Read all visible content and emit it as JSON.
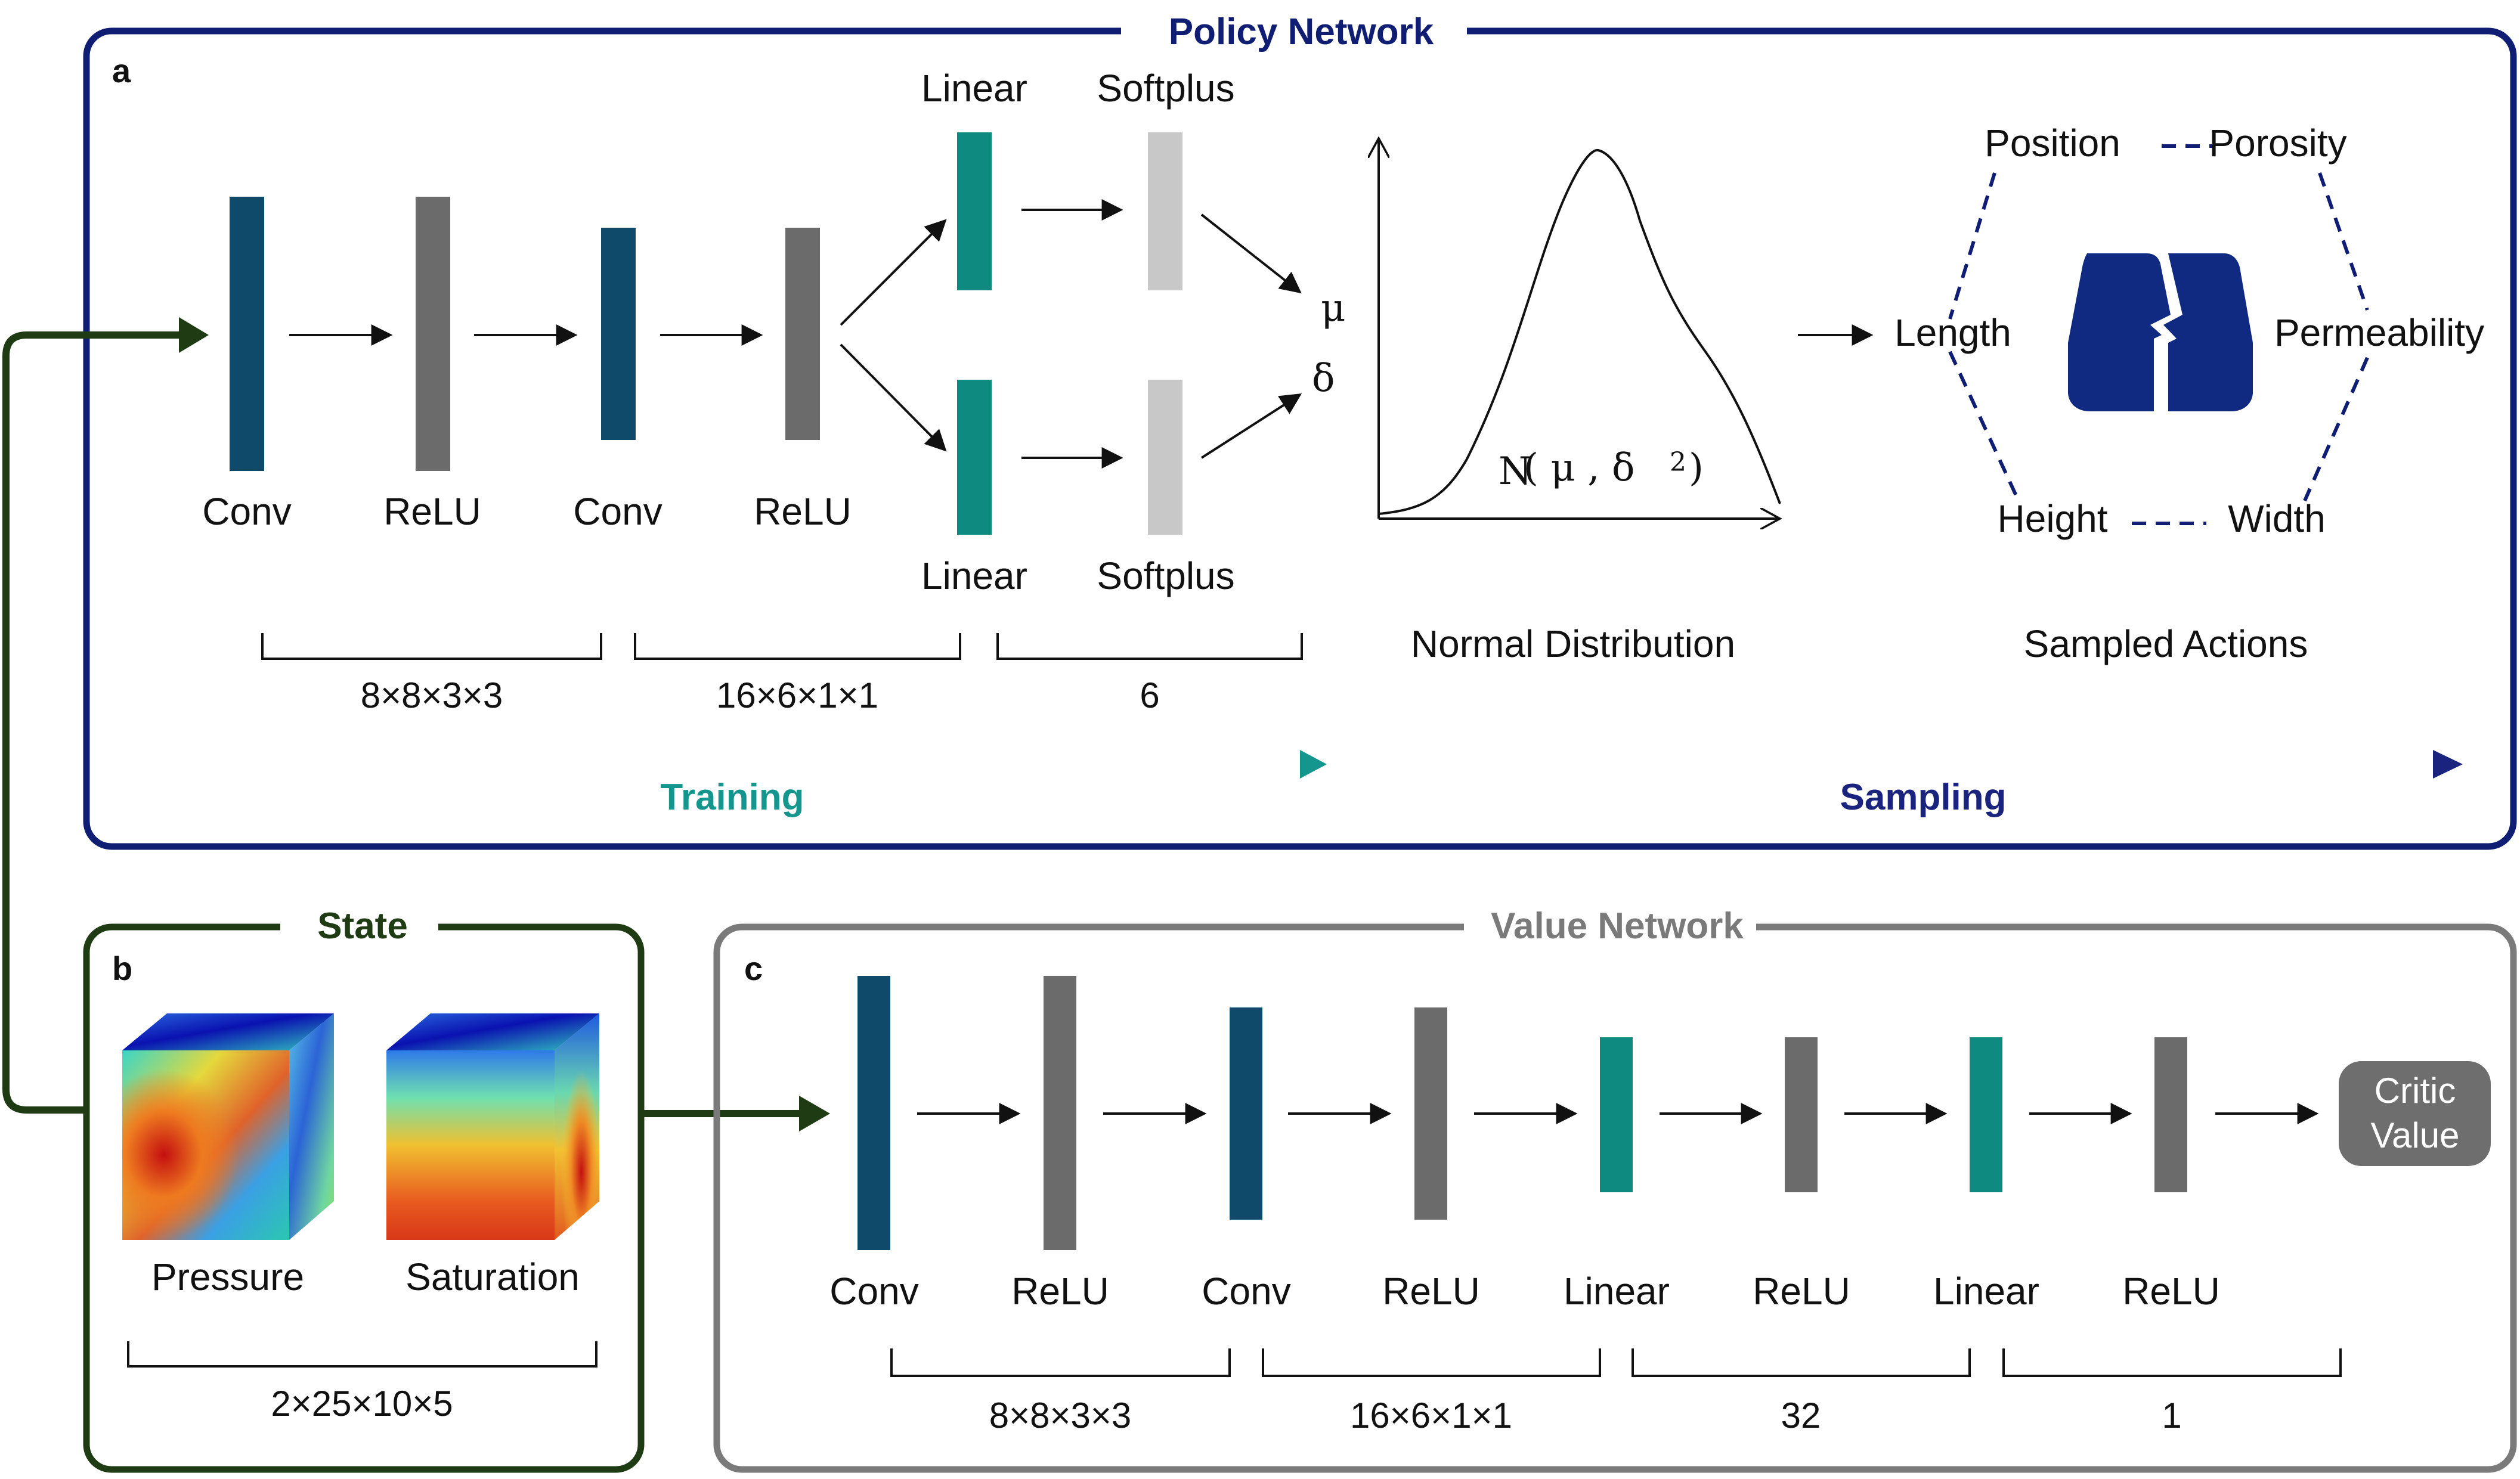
{
  "colors": {
    "policy": "#0f1d73",
    "state": "#1e3b14",
    "value": "#7a7a7a",
    "conv": "#0f4a6b",
    "relu": "#6b6b6b",
    "linear": "#0e8a80",
    "softplus": "#c8c8c8",
    "training": "#14968e",
    "sampling": "#1a237e",
    "lock": "#0f2a80"
  },
  "policy": {
    "title": "Policy Network",
    "letter": "a",
    "layers": {
      "conv1": "Conv",
      "relu1": "ReLU",
      "conv2": "Conv",
      "relu2": "ReLU",
      "linear_top": "Linear",
      "linear_bottom": "Linear",
      "softplus_top": "Softplus",
      "softplus_bottom": "Softplus"
    },
    "outputs": {
      "mu": "μ",
      "delta": "δ"
    },
    "dims": [
      "8×8×3×3",
      "16×6×1×1",
      "6"
    ],
    "distribution": {
      "formula_n": "N",
      "formula_args": "( μ ,  δ",
      "formula_exp": "2",
      "formula_close": ")",
      "label": "Normal Distribution"
    },
    "actions": {
      "label": "Sampled Actions",
      "items": {
        "position": "Position",
        "porosity": "Porosity",
        "length": "Length",
        "permeability": "Permeability",
        "height": "Height",
        "width": "Width"
      }
    },
    "phases": {
      "training": "Training",
      "sampling": "Sampling"
    }
  },
  "state": {
    "title": "State",
    "letter": "b",
    "items": {
      "pressure": "Pressure",
      "saturation": "Saturation"
    },
    "dim": "2×25×10×5"
  },
  "value": {
    "title": "Value Network",
    "letter": "c",
    "layers": [
      "Conv",
      "ReLU",
      "Conv",
      "ReLU",
      "Linear",
      "ReLU",
      "Linear",
      "ReLU"
    ],
    "output": {
      "line1": "Critic",
      "line2": "Value"
    },
    "dims": [
      "8×8×3×3",
      "16×6×1×1",
      "32",
      "1"
    ]
  }
}
